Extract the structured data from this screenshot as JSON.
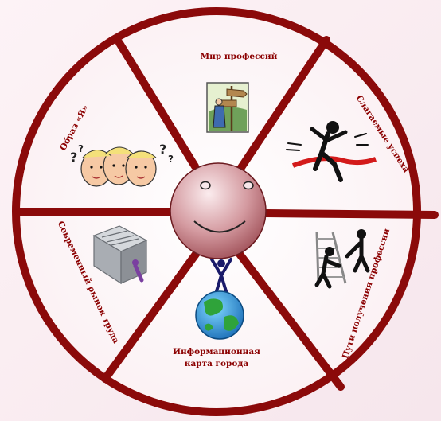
{
  "wheel": {
    "segments": [
      {
        "id": "top",
        "label": "Мир профессий",
        "icon": "signpost-traveler-clipart"
      },
      {
        "id": "upper-right",
        "label": "Слагаемые успеха",
        "icon": "runner-finish-line-clipart"
      },
      {
        "id": "lower-right",
        "label": "Пути получения профессии",
        "icon": "people-on-railway-clipart"
      },
      {
        "id": "bottom",
        "label_line1": "Информационная",
        "label_line2": "карта города",
        "icon": "globe-person-clipart"
      },
      {
        "id": "lower-left",
        "label": "Современный рынок труда",
        "icon": "maze-clipart"
      },
      {
        "id": "upper-left",
        "label": "Образ «Я»",
        "icon": "thinking-faces-clipart"
      }
    ],
    "center": {
      "icon": "smiley-face"
    },
    "colors": {
      "rim": "#8b0a0a",
      "label": "#8b0000",
      "center_fill": "#c97f86",
      "background": "#fdf3f6"
    }
  }
}
